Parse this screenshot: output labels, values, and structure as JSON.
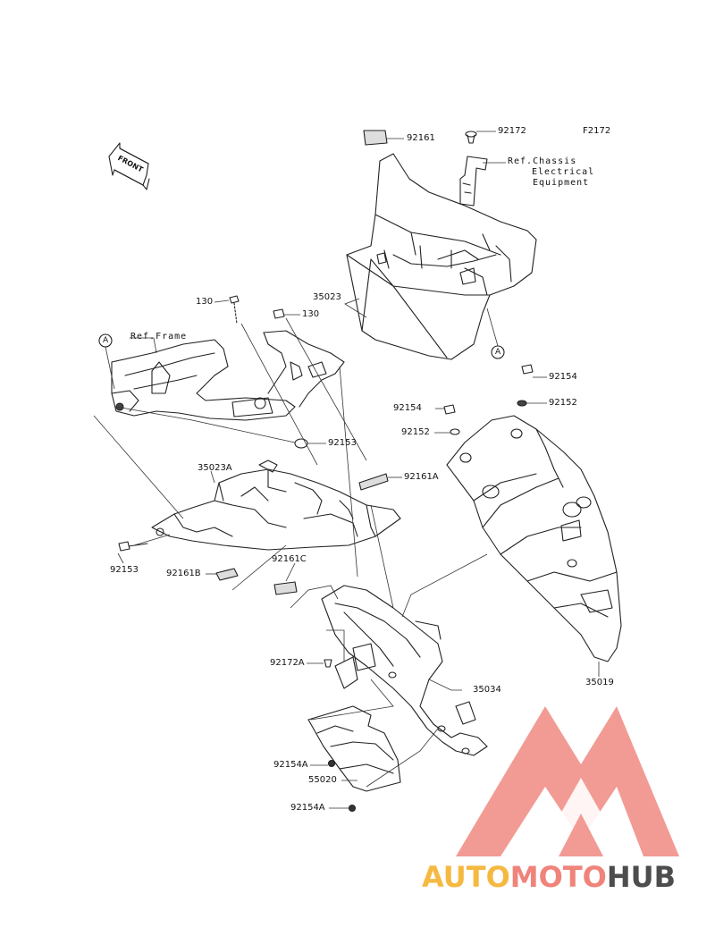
{
  "diagram_code": "F2172",
  "front_arrow": {
    "label": "FRONT"
  },
  "callouts": {
    "p92161": "92161",
    "p92172": "92172",
    "ref_chassis_1": "Ref.Chassis",
    "ref_chassis_2": "Electrical",
    "ref_chassis_3": "Equipment",
    "p35023": "35023",
    "p130_left": "130",
    "p130_right": "130",
    "ref_frame": "Ref.Frame",
    "marker_a1": "A",
    "marker_a2": "A",
    "p92153_top": "92153",
    "p35023A": "35023A",
    "p92161A": "92161A",
    "p92154_right": "92154",
    "p92152_right": "92152",
    "p92154_mid": "92154",
    "p92152_mid": "92152",
    "p92153_left": "92153",
    "p92161B": "92161B",
    "p92161C": "92161C",
    "p92172A": "92172A",
    "p35034": "35034",
    "p35019": "35019",
    "p92154A_top": "92154A",
    "p55020": "55020",
    "p92154A_bottom": "92154A"
  },
  "watermark": {
    "part1": "AUTO",
    "part2": "MOTO",
    "part3": "HUB",
    "color1": "#f5b942",
    "color2": "#f0837a",
    "color3": "#4d4d4d",
    "logo_color": "#f08a82"
  }
}
